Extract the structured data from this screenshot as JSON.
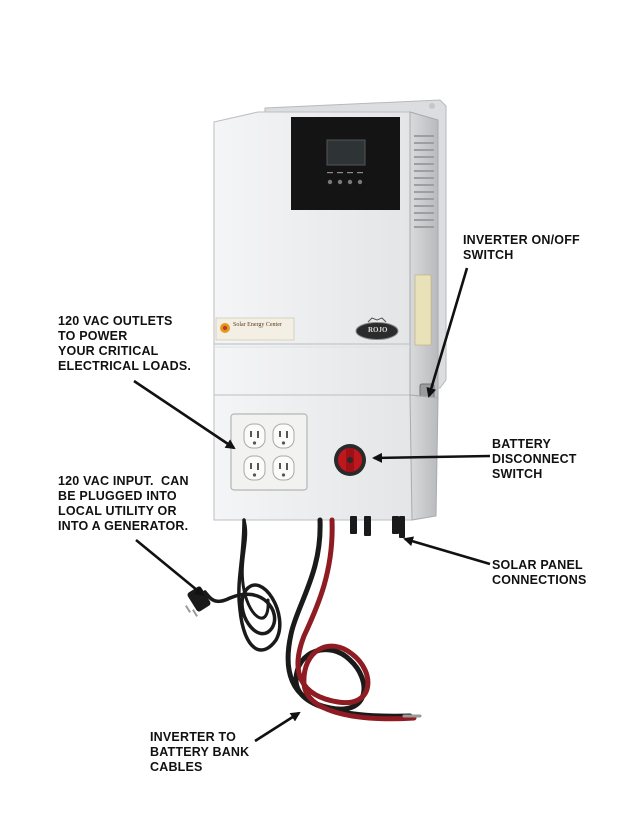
{
  "callouts": {
    "inverter_switch": "INVERTER ON/OFF\nSWITCH",
    "vac_outlets": "120 VAC OUTLETS\nTO POWER\nYOUR CRITICAL\nELECTRICAL LOADS.",
    "battery_disconnect": "BATTERY\nDISCONNECT\nSWITCH",
    "vac_input": "120 VAC INPUT.  CAN\nBE PLUGGED INTO\nLOCAL UTILITY OR\nINTO A GENERATOR.",
    "solar_connections": "SOLAR PANEL\nCONNECTIONS",
    "battery_cables": "INVERTER TO\nBATTERY BANK\nCABLES"
  },
  "device": {
    "brand_text": "Solar Energy Center",
    "logo_text": "ROJO"
  },
  "colors": {
    "enclosure": "#eeeff0",
    "enclosure_shadow": "#c9cacc",
    "display_panel": "#141414",
    "lcd": "#2e3436",
    "switch_red": "#c0161d",
    "cable_red": "#8e1c22",
    "cable_black": "#1a1a1a",
    "text": "#111111"
  },
  "icons": [
    "arrow-icon",
    "outlet-icon",
    "plug-icon",
    "sun-logo-icon"
  ]
}
